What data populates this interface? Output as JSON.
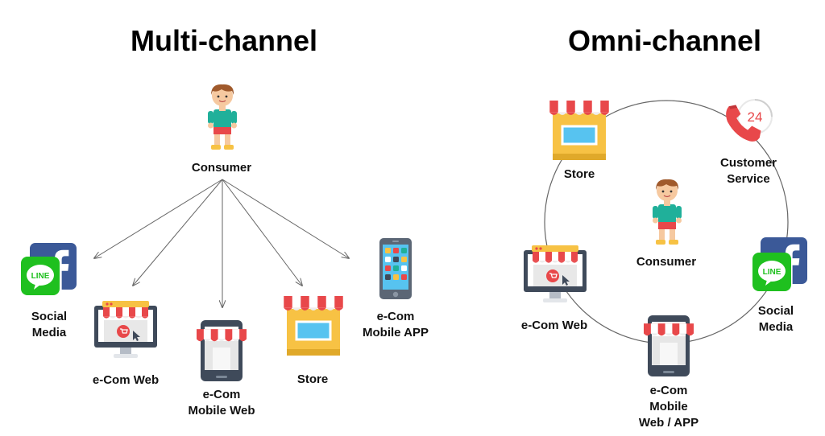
{
  "multi": {
    "title": "Multi-channel",
    "consumer": "Consumer",
    "social": [
      "Social",
      "Media"
    ],
    "line_logo": "LINE",
    "ecom_web": "e-Com Web",
    "mobile_web": [
      "e-Com",
      "Mobile Web"
    ],
    "store": "Store",
    "mobile_app": [
      "e-Com",
      "Mobile APP"
    ]
  },
  "omni": {
    "title": "Omni-channel",
    "consumer": "Consumer",
    "store": "Store",
    "customer_service": [
      "Customer",
      "Service"
    ],
    "hours_badge": "24",
    "ecom_web": "e-Com Web",
    "social": [
      "Social",
      "Media"
    ],
    "line_logo": "LINE",
    "mobile": [
      "e-Com",
      "Mobile",
      "Web / APP"
    ]
  },
  "colors": {
    "awning_red": "#e8484a",
    "store_yellow": "#f7c244",
    "facebook_blue": "#3b5998",
    "line_green": "#1fc01f",
    "shirt_teal": "#20b09a",
    "screen_blue": "#57c3f0",
    "device_gray": "#3f4a5a"
  }
}
